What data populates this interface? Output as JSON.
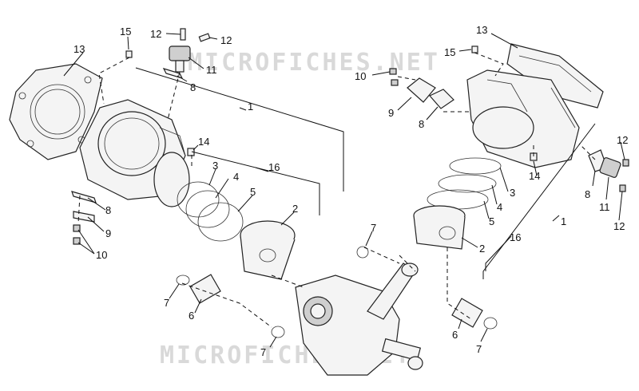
{
  "watermark": "MICROFICHES.NET",
  "callouts": [
    {
      "id": "c15a",
      "text": "15"
    },
    {
      "id": "c12a",
      "text": "12"
    },
    {
      "id": "c12b",
      "text": "12"
    },
    {
      "id": "c13a",
      "text": "13"
    },
    {
      "id": "c11a",
      "text": "11"
    },
    {
      "id": "c8a",
      "text": "8"
    },
    {
      "id": "c1a",
      "text": "1"
    },
    {
      "id": "c14a",
      "text": "14"
    },
    {
      "id": "c3a",
      "text": "3"
    },
    {
      "id": "c4a",
      "text": "4"
    },
    {
      "id": "c16a",
      "text": "16"
    },
    {
      "id": "c5a",
      "text": "5"
    },
    {
      "id": "c2a",
      "text": "2"
    },
    {
      "id": "c8b",
      "text": "8"
    },
    {
      "id": "c9a",
      "text": "9"
    },
    {
      "id": "c10a",
      "text": "10"
    },
    {
      "id": "c7a",
      "text": "7"
    },
    {
      "id": "c6a",
      "text": "6"
    },
    {
      "id": "c7b",
      "text": "7"
    },
    {
      "id": "c13b",
      "text": "13"
    },
    {
      "id": "c15b",
      "text": "15"
    },
    {
      "id": "c10b",
      "text": "10"
    },
    {
      "id": "c9b",
      "text": "9"
    },
    {
      "id": "c8c",
      "text": "8"
    },
    {
      "id": "c14b",
      "text": "14"
    },
    {
      "id": "c3b",
      "text": "3"
    },
    {
      "id": "c4b",
      "text": "4"
    },
    {
      "id": "c5b",
      "text": "5"
    },
    {
      "id": "c2b",
      "text": "2"
    },
    {
      "id": "c7c",
      "text": "7"
    },
    {
      "id": "c16b",
      "text": "16"
    },
    {
      "id": "c1b",
      "text": "1"
    },
    {
      "id": "c12c",
      "text": "12"
    },
    {
      "id": "c8d",
      "text": "8"
    },
    {
      "id": "c11b",
      "text": "11"
    },
    {
      "id": "c12d",
      "text": "12"
    },
    {
      "id": "c6b",
      "text": "6"
    },
    {
      "id": "c7d",
      "text": "7"
    }
  ]
}
